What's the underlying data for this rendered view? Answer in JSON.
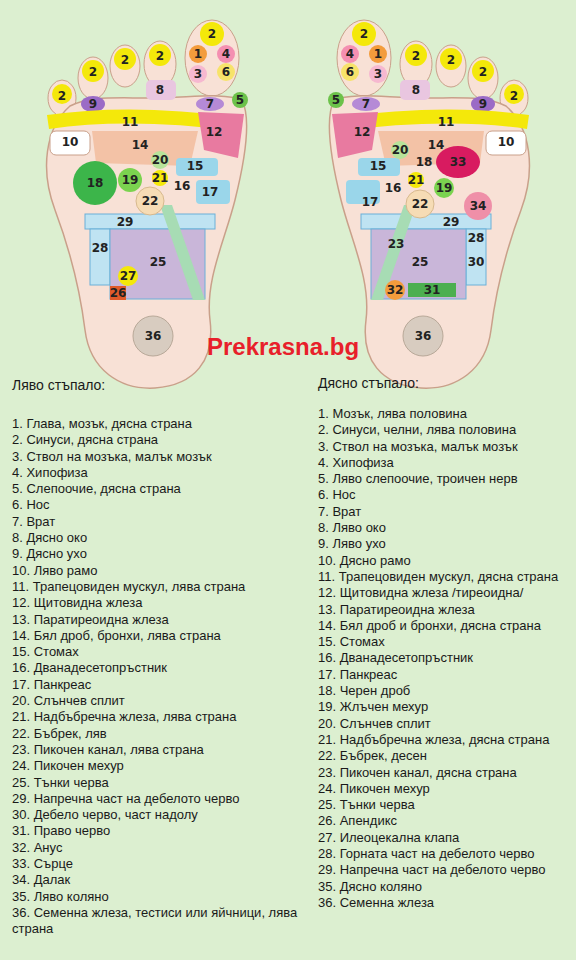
{
  "diagram": {
    "labels": [
      "2",
      "2",
      "2",
      "2",
      "9",
      "8",
      "2",
      "1",
      "4",
      "3",
      "6",
      "7",
      "5",
      "11",
      "10",
      "12",
      "14",
      "20",
      "15",
      "21",
      "16",
      "17",
      "18",
      "19",
      "22",
      "29",
      "28",
      "25",
      "27",
      "26",
      "36",
      "2",
      "2",
      "2",
      "2",
      "9",
      "8",
      "2",
      "1",
      "4",
      "3",
      "6",
      "7",
      "5",
      "11",
      "10",
      "12",
      "14",
      "20",
      "18",
      "15",
      "21",
      "16",
      "17",
      "19",
      "22",
      "33",
      "34",
      "29",
      "23",
      "28",
      "30",
      "25",
      "31",
      "32",
      "36",
      "Prekrasna.bg",
      "Ляво стъпало:",
      "1. Глава, мозък, дясна страна",
      "2. Синуси, дясна страна",
      "3. Ствол на мозъка, малък мозък",
      "4. Хипофиза",
      "5. Слепоочие, дясна страна",
      "6. Нос",
      "7. Врат",
      "8. Дясно око",
      "9. Дясно ухо",
      "10. Ляво рамо",
      "11. Трапецовиден мускул, лява страна",
      "12. Щитовидна жлеза",
      "13. Паратиреоидна жлеза",
      "14. Бял дроб, бронхи, лява страна",
      "15. Стомах",
      "16. Дванадесетопръстник",
      "17. Панкреас",
      "20. Слънчев сплит",
      "21. Надбъбречна жлеза, лява страна",
      "22. Бъбрек, ляв",
      "23. Пикочен канал, лява страна",
      "24. Пикочен мехур",
      "25. Тънки черва",
      "29. Напречна част на дебелото черво",
      "30. Дебело черво, част надолу",
      "31. Право черво",
      "32. Анус",
      "33. Сърце",
      "34. Далак",
      "35. Ляво коляно",
      "36. Семенна жлеза, тестиси или яйчници, лява страна",
      "Дясно стъпало:",
      "1. Мозък, лява половина",
      "2. Синуси, челни, лява половина",
      "3. Ствол на мозъка, малък мозък",
      "4. Хипофиза",
      "5. Ляво слепоочие, троичен нерв",
      "6. Нос",
      "7. Врат",
      "8. Ляво око",
      "9. Ляво ухо",
      "10. Дясно рамо",
      "11. Трапецовиден мускул, дясна страна",
      "12. Щитовидна жлеза /тиреоидна/",
      "13. Паратиреоидна жлеза",
      "14. Бял дроб и бронхи, дясна страна",
      "15. Стомах",
      "16. Дванадесетопръстник",
      "17. Панкреас",
      "18. Черен дроб",
      "19. Жлъчен мехур",
      "20. Слънчев сплит",
      "21. Надбъбречна жлеза, дясна страна",
      "22. Бъбрек, десен",
      "23. Пикочен канал, дясна страна",
      "24. Пикочен мехур",
      "25. Тънки черва",
      "26. Апендикс",
      "27. Илеоцекална клапа",
      "28. Горната част на дебелото черво",
      "29. Напречна част на дебелото черво",
      "35. Дясно коляно",
      "36. Семенна жлеза"
    ]
  }
}
